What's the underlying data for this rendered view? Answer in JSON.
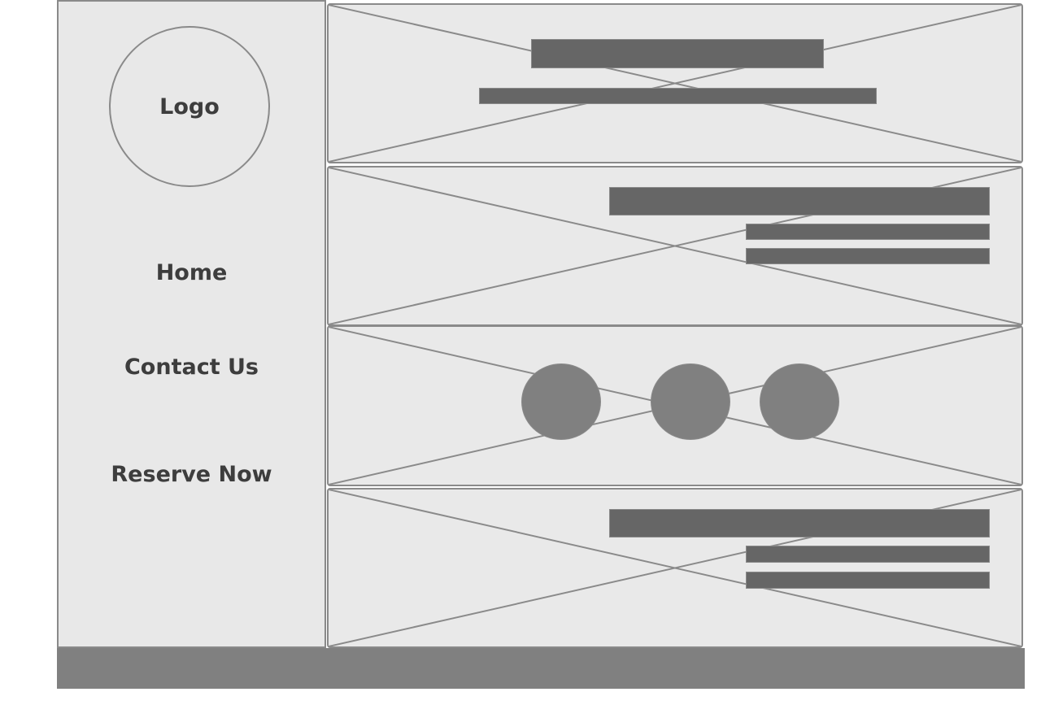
{
  "sidebar": {
    "logo_label": "Logo",
    "nav": [
      {
        "label": "Home"
      },
      {
        "label": "Contact Us"
      },
      {
        "label": "Reserve Now"
      }
    ]
  },
  "colors": {
    "panel_bg": "#e9e9e9",
    "sidebar_bg": "#e8e8e8",
    "placeholder_bar": "#666666",
    "circle": "#808080",
    "footer": "#808080",
    "border": "#8a8a8a",
    "text": "#3d3d3d"
  },
  "panels": [
    {
      "type": "hero",
      "placeholder": "image-placeholder"
    },
    {
      "type": "text-right",
      "placeholder": "image-placeholder"
    },
    {
      "type": "circles",
      "placeholder": "image-placeholder",
      "circle_count": 3
    },
    {
      "type": "text-right",
      "placeholder": "image-placeholder"
    }
  ]
}
